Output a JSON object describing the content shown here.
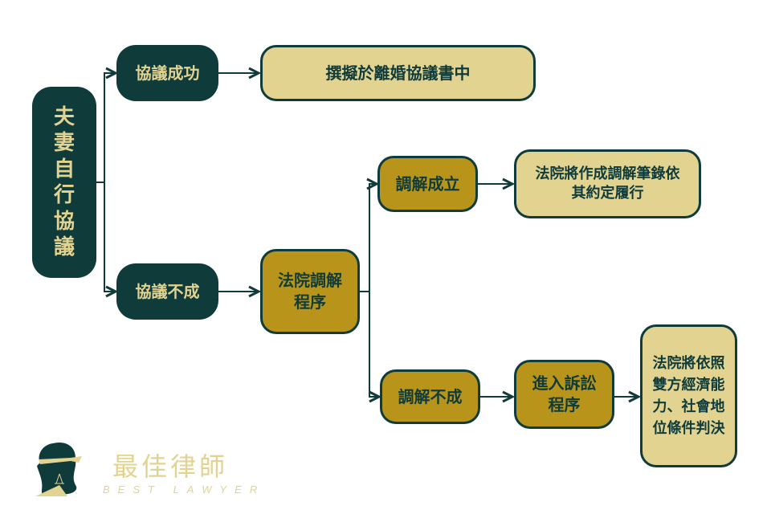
{
  "colors": {
    "dark": "#0f3b3a",
    "gold": "#b8941a",
    "light": "#e3d391"
  },
  "nodes": {
    "root": "夫妻自行協議",
    "agree_success": "協議成功",
    "draft_agreement": "撰擬於離婚協議書中",
    "agree_fail": "協議不成",
    "court_mediation": "法院調解程序",
    "mediation_success": "調解成立",
    "mediation_record": "法院將作成調解筆錄依其約定履行",
    "mediation_fail": "調解不成",
    "litigation": "進入訴訟程序",
    "court_decision": "法院將依照雙方經濟能力、社會地位條件判決"
  },
  "logo": {
    "name_cn": "最佳律師",
    "name_en": "BEST LAWYER"
  }
}
